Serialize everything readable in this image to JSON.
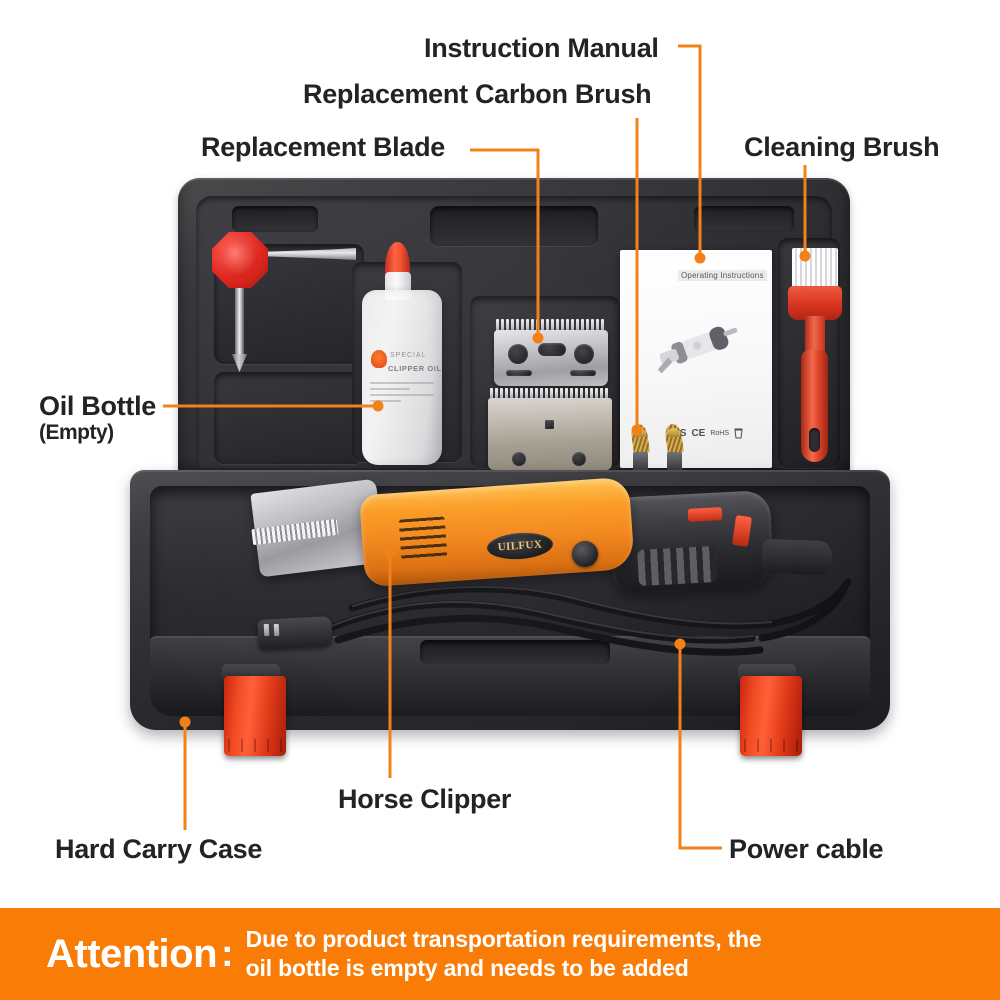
{
  "page": {
    "background_color": "#ffffff",
    "accent_color": "#F28118",
    "banner_color": "#F97C07",
    "label_color": "#232323"
  },
  "callouts": [
    {
      "id": "instruction-manual",
      "label": "Instruction Manual"
    },
    {
      "id": "replacement-carbon-brush",
      "label": "Replacement Carbon Brush"
    },
    {
      "id": "replacement-blade",
      "label": "Replacement Blade"
    },
    {
      "id": "cleaning-brush",
      "label": "Cleaning Brush"
    },
    {
      "id": "oil-bottle",
      "label": "Oil Bottle",
      "sublabel": "(Empty)"
    },
    {
      "id": "horse-clipper",
      "label": "Horse Clipper"
    },
    {
      "id": "hard-carry-case",
      "label": "Hard Carry Case"
    },
    {
      "id": "power-cable",
      "label": "Power cable"
    }
  ],
  "product": {
    "manual": {
      "title": "Operating Instructions",
      "certifications": [
        "GS",
        "CE",
        "RoHS"
      ]
    },
    "oil_bottle": {
      "line1": "SPECIAL",
      "line2": "CLIPPER OIL"
    },
    "clipper": {
      "brand": "UILFUX"
    }
  },
  "attention": {
    "word": "Attention",
    "colon": ":",
    "line1": "Due to product transportation requirements, the",
    "line2": "oil bottle is empty and needs to be added"
  }
}
